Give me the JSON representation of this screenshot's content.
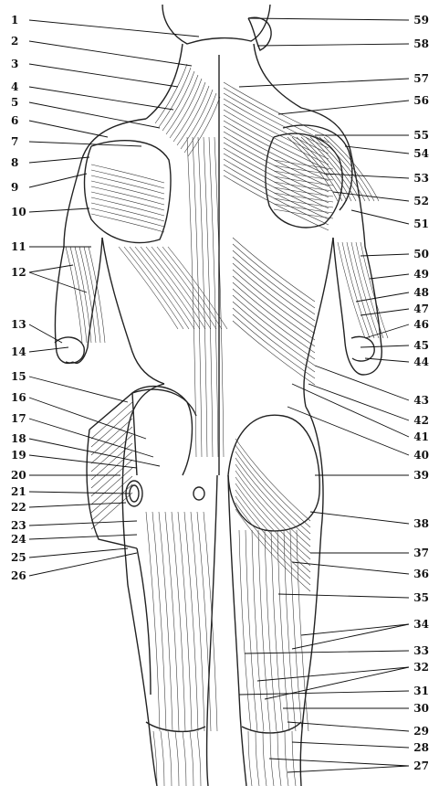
{
  "figure": {
    "labels_left": [
      "1",
      "2",
      "3",
      "4",
      "5",
      "6",
      "7",
      "8",
      "9",
      "10",
      "11",
      "12",
      "13",
      "14",
      "15",
      "16",
      "17",
      "18",
      "19",
      "20",
      "21",
      "22",
      "23",
      "24",
      "25",
      "26"
    ],
    "labels_right": [
      "59",
      "58",
      "57",
      "56",
      "55",
      "54",
      "53",
      "52",
      "51",
      "50",
      "49",
      "48",
      "47",
      "46",
      "45",
      "44",
      "43",
      "42",
      "41",
      "40",
      "39",
      "38",
      "37",
      "36",
      "35",
      "34",
      "33",
      "32",
      "31",
      "30",
      "29",
      "28",
      "27"
    ]
  },
  "colors": {
    "ink": "#222222",
    "paper": "#ffffff"
  }
}
